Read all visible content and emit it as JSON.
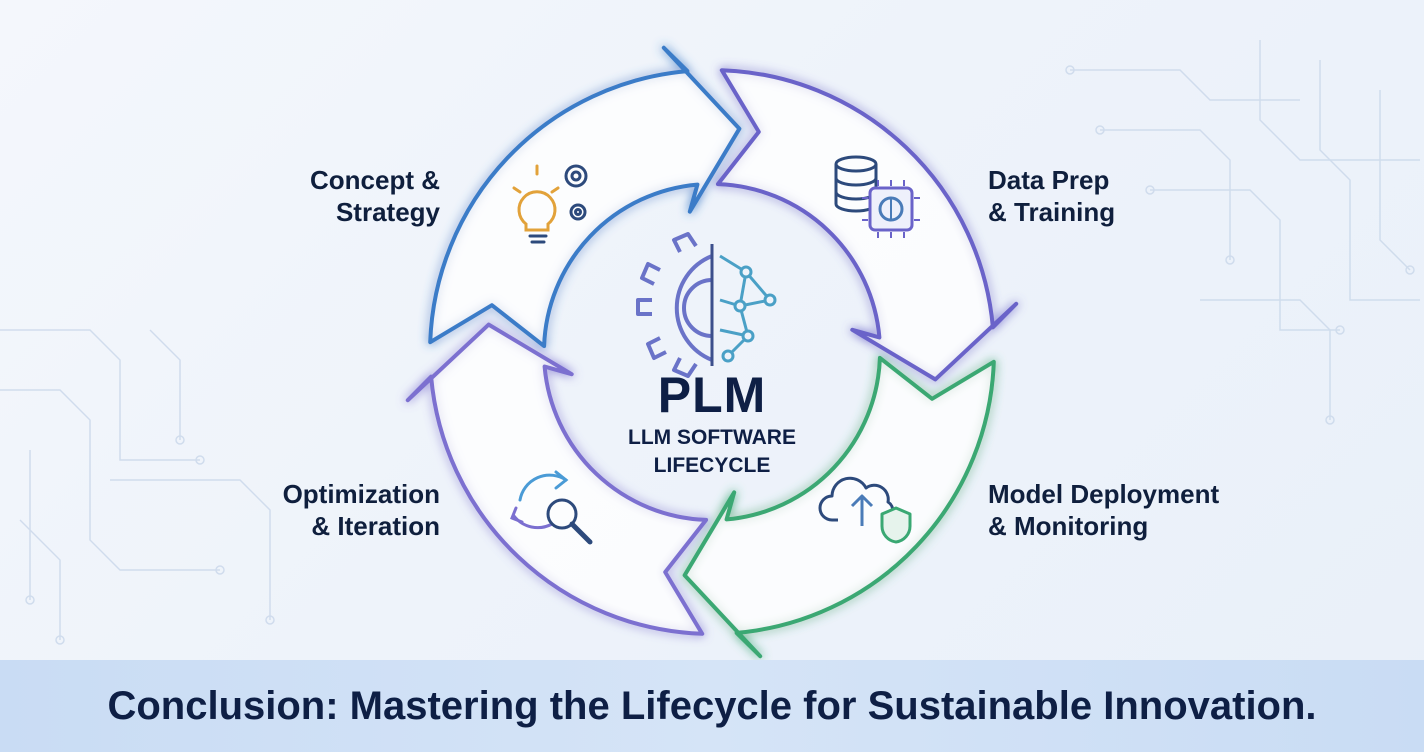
{
  "center": {
    "title": "PLM",
    "subtitle_line1": "LLM SOFTWARE",
    "subtitle_line2": "LIFECYCLE",
    "icon": "gear-neural-network-icon"
  },
  "stages": [
    {
      "line1": "Concept &",
      "line2": "Strategy",
      "icon": "lightbulb-gears-icon",
      "color": "#3a7bc8"
    },
    {
      "line1": "Data Prep",
      "line2": "& Training",
      "icon": "database-chip-icon",
      "color": "#6a63c9"
    },
    {
      "line1": "Model Deployment",
      "line2": "& Monitoring",
      "icon": "cloud-upload-shield-icon",
      "color": "#3aa873"
    },
    {
      "line1": "Optimization",
      "line2": "& Iteration",
      "icon": "cycle-magnifier-icon",
      "color": "#7b6fd0"
    }
  ],
  "footer": {
    "text": "Conclusion: Mastering the Lifecycle for Sustainable Innovation."
  }
}
